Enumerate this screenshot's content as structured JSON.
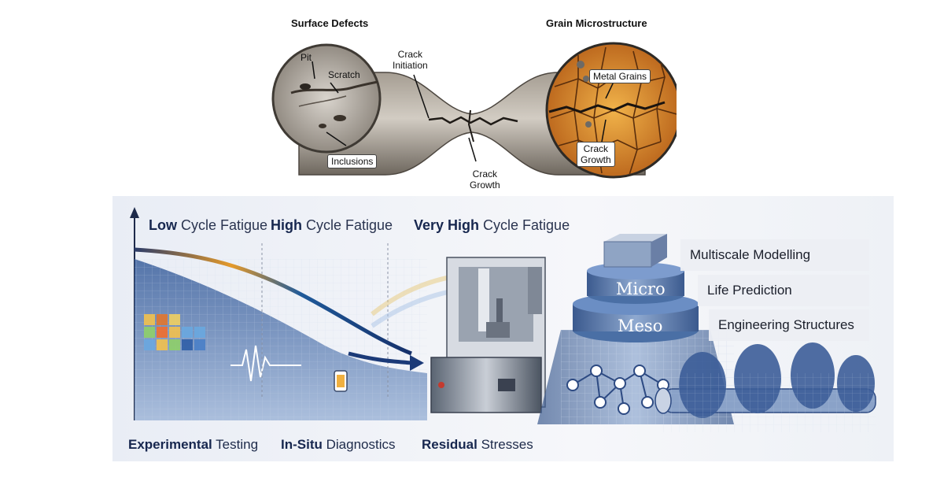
{
  "top": {
    "title_left": "Surface Defects",
    "title_right": "Grain Microstructure",
    "label_pit": "Pit",
    "label_scratch": "Scratch",
    "label_inclusions": "Inclusions",
    "label_crack_initiation": "Crack\nInitiation",
    "label_crack_growth_center": "Crack\nGrowth",
    "label_metal_grains": "Metal Grains",
    "label_crack_growth_right": "Crack\nGrowth"
  },
  "regimes": [
    {
      "bold": "Low",
      "rest": " Cycle Fatigue"
    },
    {
      "bold": "High",
      "rest": " Cycle Fatigue"
    },
    {
      "bold": "Very High",
      "rest": " Cycle Fatigue"
    }
  ],
  "pyramid": {
    "micro": "Micro",
    "meso": "Meso"
  },
  "side_labels": [
    "Multiscale Modelling",
    "Life Prediction",
    "Engineering Structures"
  ],
  "footer": [
    {
      "bold": "Experimental",
      "rest": " Testing"
    },
    {
      "bold": "In-Situ",
      "rest": " Diagnostics"
    },
    {
      "bold": "Residual",
      "rest": " Stresses"
    }
  ],
  "colors": {
    "navy_text": "#17274f",
    "specimen_metal": "#8c8478",
    "grain_orange": "#d98a2b",
    "pyramid_blue": "#4a6fa5"
  }
}
